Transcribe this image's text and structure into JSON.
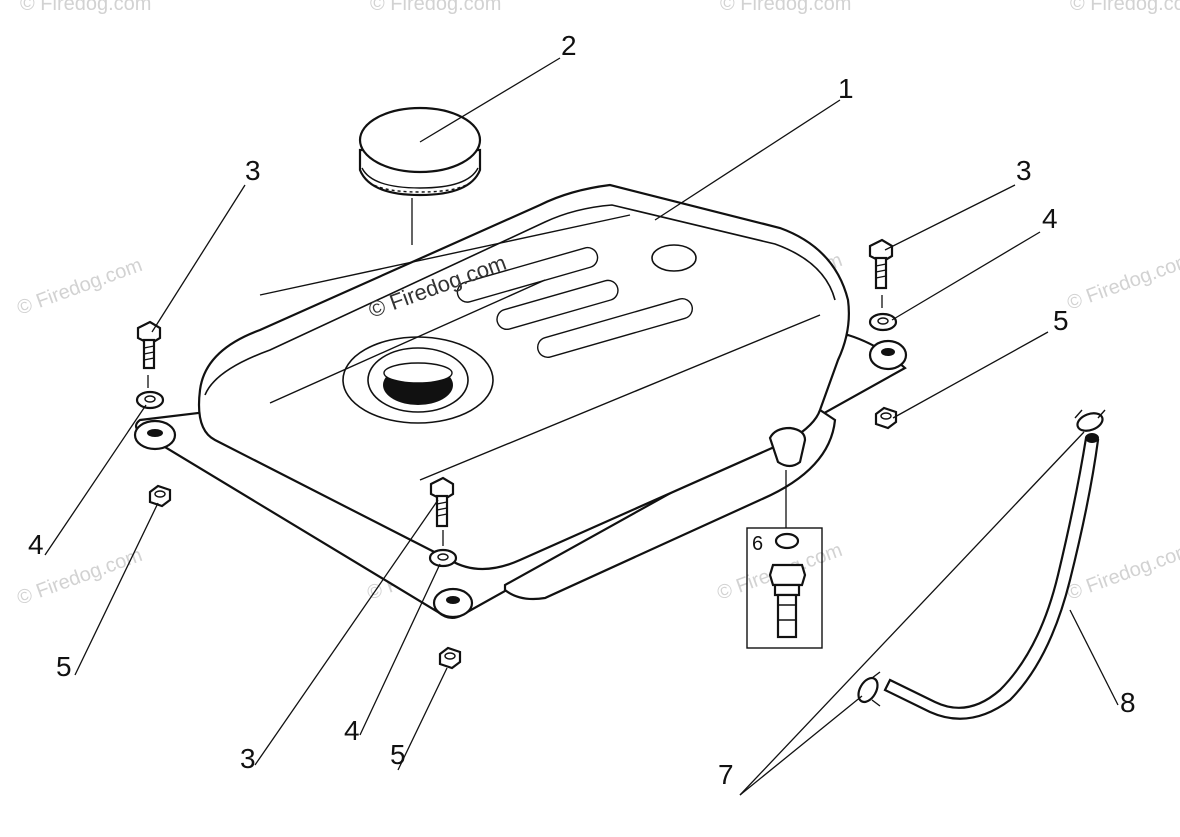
{
  "watermark": {
    "text": "© Firedog.com",
    "center_text": "© Firedog.com",
    "color": "#d2d2d2"
  },
  "callouts": [
    {
      "id": "tank",
      "label": "1"
    },
    {
      "id": "cap",
      "label": "2"
    },
    {
      "id": "bolt-left",
      "label": "3"
    },
    {
      "id": "bolt-right",
      "label": "3"
    },
    {
      "id": "bolt-front",
      "label": "3"
    },
    {
      "id": "washer-right",
      "label": "4"
    },
    {
      "id": "washer-left",
      "label": "4"
    },
    {
      "id": "washer-front",
      "label": "4"
    },
    {
      "id": "nut-right",
      "label": "5"
    },
    {
      "id": "nut-left",
      "label": "5"
    },
    {
      "id": "nut-front",
      "label": "5"
    },
    {
      "id": "fuel-valve-oring",
      "label": "6"
    },
    {
      "id": "hose-clamps",
      "label": "7"
    },
    {
      "id": "fuel-hose",
      "label": "8"
    }
  ]
}
